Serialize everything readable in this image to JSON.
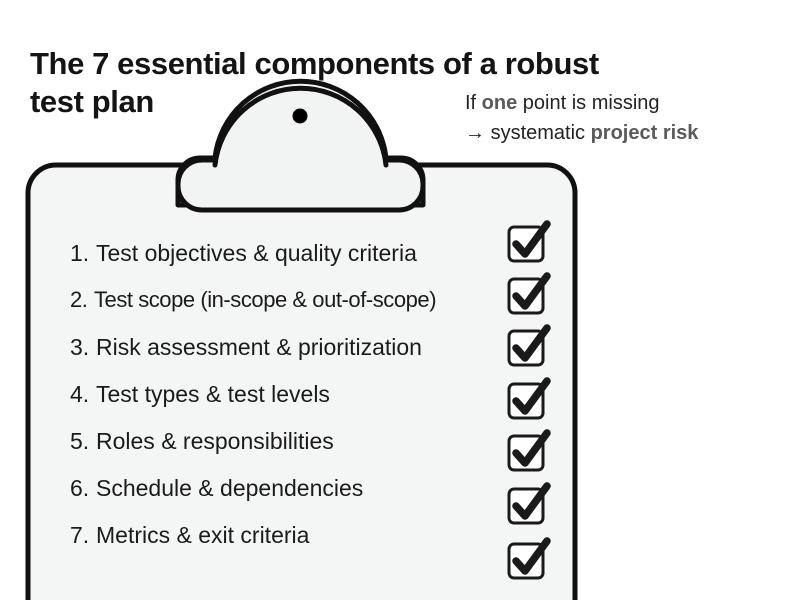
{
  "title": "The 7 essential components of a robust\ntest plan",
  "risk_note": {
    "line1_prefix": "If ",
    "line1_bold": "one",
    "line1_suffix": " point is missing",
    "line2_arrow": "→ ",
    "line2_prefix": "systematic ",
    "line2_bold": "project risk"
  },
  "checklist": {
    "items": [
      {
        "num": "1.",
        "text": "Test objectives & quality criteria",
        "checked": true
      },
      {
        "num": "2.",
        "text": "Test scope (in-scope & out-of-scope)",
        "checked": true
      },
      {
        "num": "3.",
        "text": "Risk assessment & prioritization",
        "checked": true
      },
      {
        "num": "4.",
        "text": "Test types & test levels",
        "checked": true
      },
      {
        "num": "5.",
        "text": "Roles & responsibilities",
        "checked": true
      },
      {
        "num": "6.",
        "text": "Schedule & dependencies",
        "checked": true
      },
      {
        "num": "7.",
        "text": "Metrics & exit criteria",
        "checked": true
      }
    ]
  },
  "clipboard": {
    "body_fill": "#f4f6f5",
    "clip_fill": "#f2f4f3",
    "outline": "#111111",
    "hole_color": "#000000"
  },
  "colors": {
    "page_background": "#ffffff",
    "title_text": "#141414",
    "body_text": "#1b1b1b",
    "note_text": "#232323",
    "note_emphasis": "#5a5a5a",
    "checkmark": "#1a1a1a"
  }
}
